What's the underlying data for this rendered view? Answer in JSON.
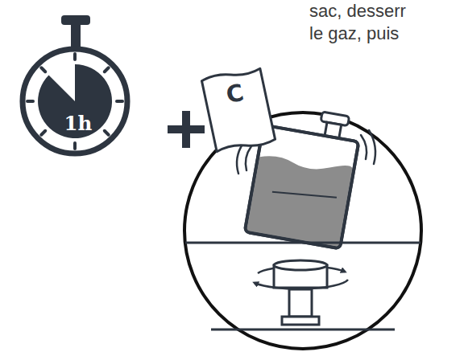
{
  "diagram": {
    "nodes": [
      {
        "text": [
          "1h"
        ]
      },
      {
        "text": [
          "C"
        ]
      }
    ],
    "labels": [
      "sac, desserr le gaz, puis"
    ]
  }
}
